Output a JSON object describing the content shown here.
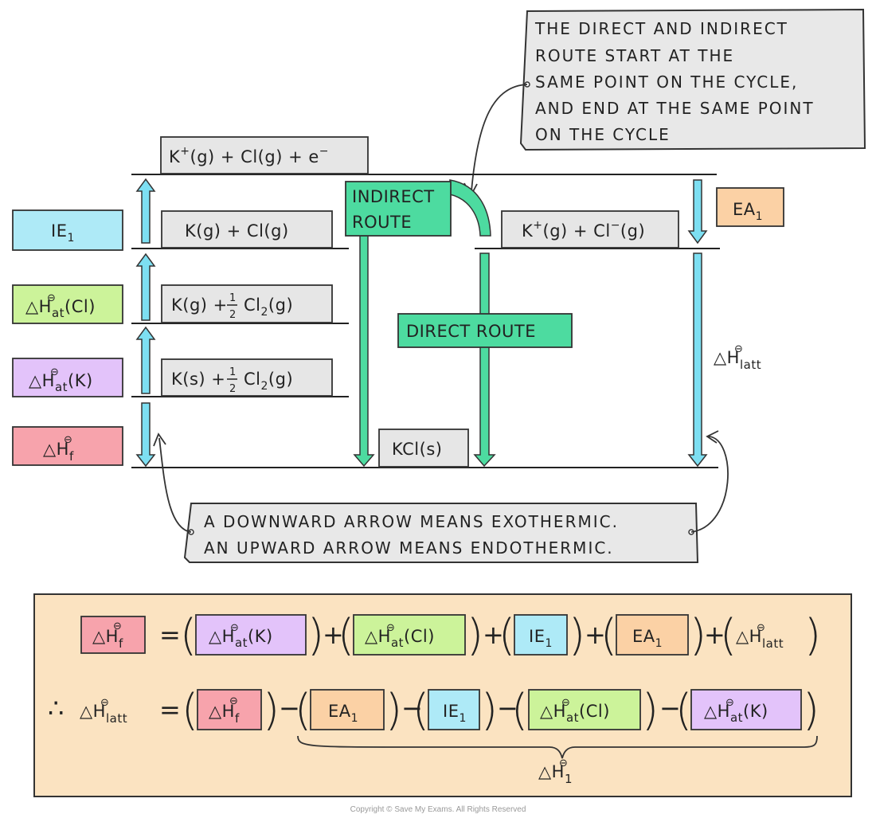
{
  "colors": {
    "ie": "#aeeaf7",
    "atom_cl": "#ccf39a",
    "atom_k": "#e3c3fa",
    "formation": "#f7a3ac",
    "ea": "#fbd1a5",
    "level_box": "#e6e6e6",
    "route_green": "#4ddba0",
    "arrow_cyan": "#7ddff2",
    "equation_bg": "#fbe3c1",
    "note_bg": "#e8e8e8"
  },
  "note_top": {
    "lines": [
      "THE DIRECT AND INDIRECT",
      "ROUTE START AT THE",
      "SAME POINT ON THE CYCLE,",
      "AND END AT THE SAME POINT",
      "ON THE CYCLE"
    ]
  },
  "note_bottom": {
    "lines": [
      "A DOWNWARD ARROW MEANS EXOTHERMIC.",
      "AN UPWARD ARROW MEANS ENDOTHERMIC."
    ]
  },
  "levels": {
    "top": {
      "k": "K",
      "sup": "+",
      "rest": "(g) + Cl(g) + e",
      "tail": "−"
    },
    "l2": "K(g) + Cl(g)",
    "l3a": "K(g) + ",
    "l3b": "Cl",
    "l3sub": "2",
    "l3c": "(g)",
    "l4a": "K(s) + ",
    "l4b": "Cl",
    "l4sub": "2",
    "l4c": "(g)",
    "frac_num": "1",
    "frac_den": "2",
    "ion": {
      "a": "K",
      "sup1": "+",
      "b": "(g) + Cl",
      "sup2": "−",
      "c": "(g)"
    },
    "bottom": "KCl(s)"
  },
  "labels": {
    "ie1": {
      "main": "IE",
      "sub": "1"
    },
    "ea1": {
      "main": "EA",
      "sub": "1"
    },
    "dh_at_cl": {
      "main": "△H",
      "sub": "at",
      "paren": "(Cl)"
    },
    "dh_at_k": {
      "main": "△H",
      "sub": "at",
      "paren": "(K)"
    },
    "dh_f": {
      "main": "△H",
      "sub": "f"
    },
    "dh_latt": {
      "main": "△H",
      "sub": "latt"
    },
    "dh_1": {
      "main": "△H",
      "sub": "1"
    },
    "standard": "⊖"
  },
  "routes": {
    "indirect": [
      "INDIRECT",
      "ROUTE"
    ],
    "direct": "DIRECT ROUTE"
  },
  "equations": {
    "equals": "=",
    "plus": "+",
    "minus": "−",
    "therefore": "∴"
  },
  "copyright": "Copyright © Save My Exams. All Rights Reserved"
}
